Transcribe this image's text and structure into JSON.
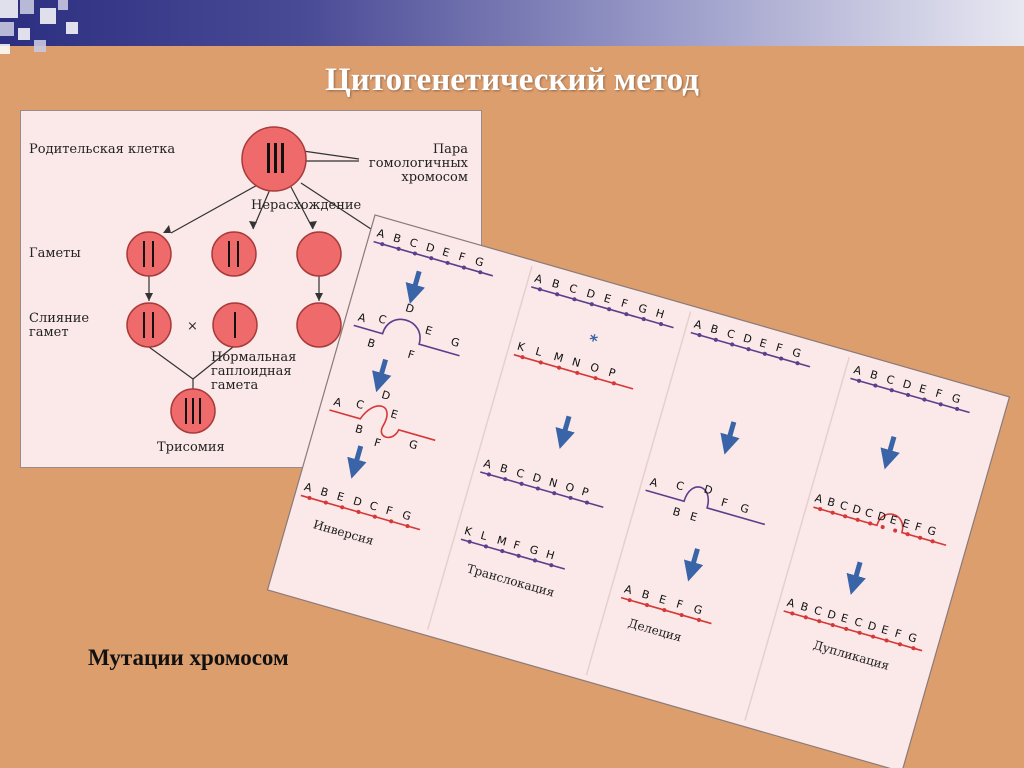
{
  "title": "Цитогенетический метод",
  "subtitle": "Мутации хромосом",
  "left_diagram": {
    "parent_cell_label": "Родительская клетка",
    "homologous_pair_label": [
      "Пара",
      "гомологичных",
      "хромосом"
    ],
    "nondisjunction_label": "Нерасхождение",
    "gametes_label": "Гаметы",
    "fusion_label": [
      "Слияние",
      "гамет"
    ],
    "cross_symbol": "×",
    "normal_haploid_label": [
      "Нормальная",
      "гаплоидная",
      "гамета"
    ],
    "trisomy_label": "Трисомия"
  },
  "right_diagram": {
    "inversion": {
      "top": [
        "A",
        "B",
        "C",
        "D",
        "E",
        "F",
        "G"
      ],
      "loop_left": [
        "A",
        "C",
        "D",
        "E",
        "G"
      ],
      "loop_bottom": [
        "B",
        "F"
      ],
      "twist_letters": [
        "A",
        "C",
        "D",
        "E",
        "B",
        "F",
        "G"
      ],
      "result": [
        "A",
        "B",
        "E",
        "D",
        "C",
        "F",
        "G"
      ],
      "caption": "Инверсия"
    },
    "translocation": {
      "top": [
        "A",
        "B",
        "C",
        "D",
        "E",
        "F",
        "G",
        "H"
      ],
      "star": "*",
      "second": [
        "K",
        "L",
        "M",
        "N",
        "O",
        "P"
      ],
      "result1": [
        "A",
        "B",
        "C",
        "D",
        "N",
        "O",
        "P"
      ],
      "result2": [
        "K",
        "L",
        "M",
        "F",
        "G",
        "H"
      ],
      "caption": "Транслокация"
    },
    "deletion": {
      "top": [
        "A",
        "B",
        "C",
        "D",
        "E",
        "F",
        "G"
      ],
      "loop": [
        "A",
        "C",
        "D",
        "B",
        "E",
        "F",
        "G"
      ],
      "result": [
        "A",
        "B",
        "E",
        "F",
        "G"
      ],
      "caption": "Делеция"
    },
    "duplication": {
      "top": [
        "A",
        "B",
        "C",
        "D",
        "E",
        "F",
        "G"
      ],
      "loop": [
        "A",
        "B",
        "C",
        "D",
        "C",
        "D",
        "E",
        "E",
        "F",
        "G"
      ],
      "result": [
        "A",
        "B",
        "C",
        "D",
        "E",
        "C",
        "D",
        "E",
        "F",
        "G"
      ],
      "caption": "Дупликация"
    }
  },
  "colors": {
    "background": "#dd9e6e",
    "cell_fill": "#ef6b6b",
    "purple_line": "#5b3f8c",
    "red_line": "#d63838",
    "arrow": "#3a64a8"
  }
}
